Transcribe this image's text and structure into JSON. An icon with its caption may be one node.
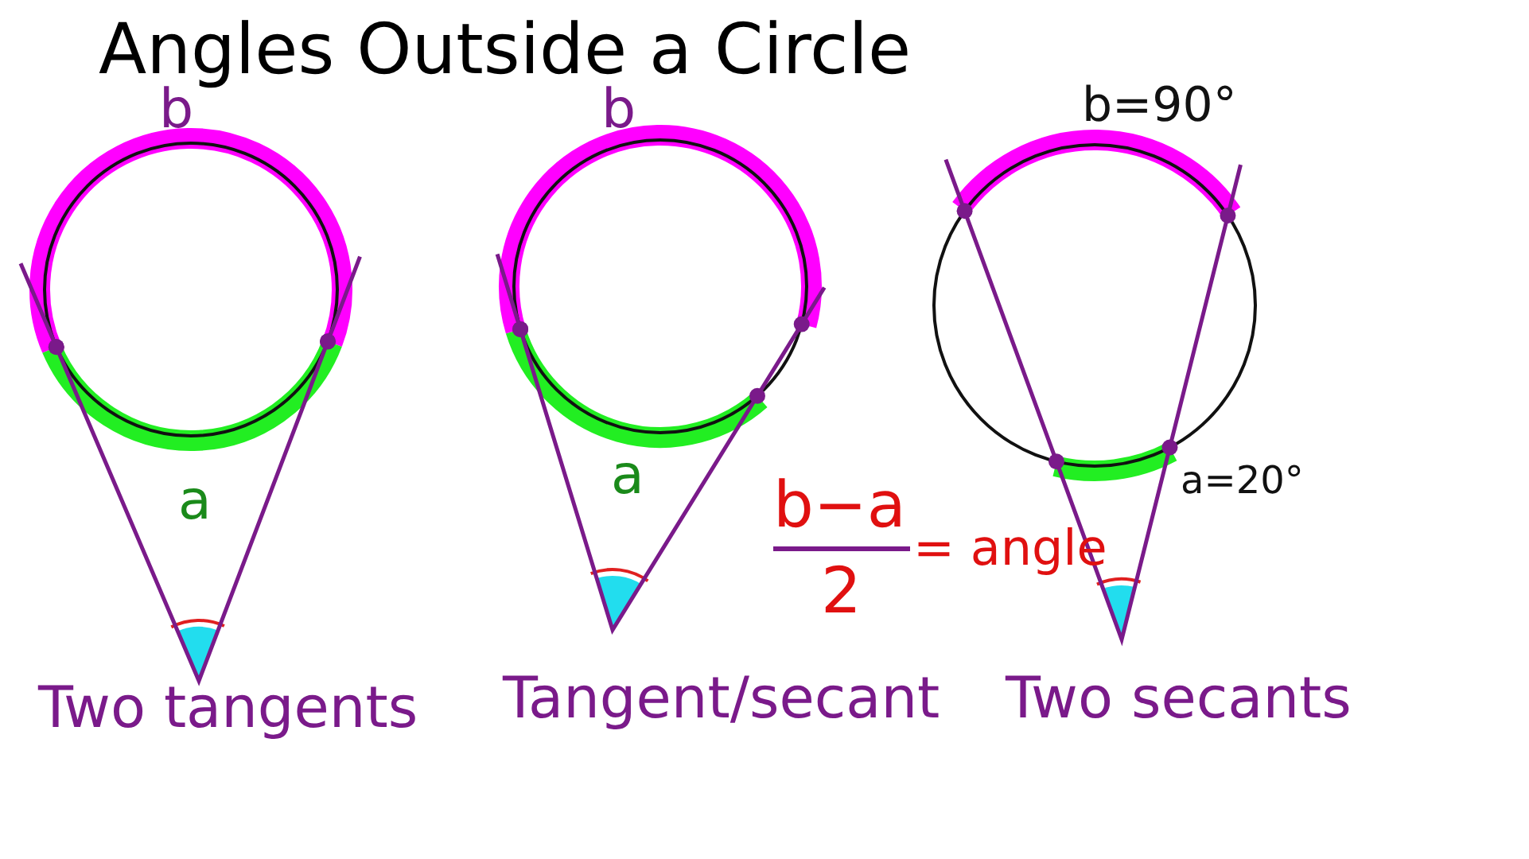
{
  "diagram": {
    "title": "Angles Outside a Circle",
    "labels": [
      "b",
      "a",
      "Two tangents",
      "b",
      "a",
      "Tangent/secant",
      "b=90°",
      "a=20°",
      "Two secants",
      "b−a",
      "2",
      "= angle"
    ]
  }
}
